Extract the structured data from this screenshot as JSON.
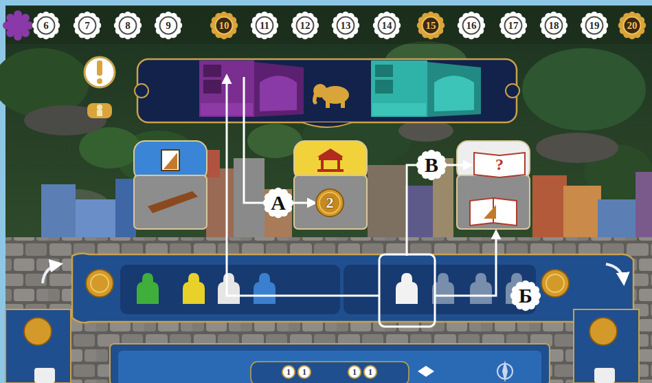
{
  "diagram": {
    "nodes": [
      {
        "text": [
          "6"
        ]
      },
      {
        "text": [
          "7"
        ]
      },
      {
        "text": [
          "8"
        ]
      },
      {
        "text": [
          "9"
        ]
      },
      {
        "text": [
          "10"
        ]
      },
      {
        "text": [
          "11"
        ]
      },
      {
        "text": [
          "12"
        ]
      },
      {
        "text": [
          "13"
        ]
      },
      {
        "text": [
          "14"
        ]
      },
      {
        "text": [
          "15"
        ]
      },
      {
        "text": [
          "16"
        ]
      },
      {
        "text": [
          "17"
        ]
      },
      {
        "text": [
          "18"
        ]
      },
      {
        "text": [
          "19"
        ]
      },
      {
        "text": [
          "20"
        ]
      },
      {
        "text": [
          "В"
        ]
      },
      {
        "text": [
          "А"
        ]
      },
      {
        "text": [
          "2"
        ]
      },
      {
        "text": [
          "Б"
        ]
      },
      {
        "text": [
          "1"
        ]
      },
      {
        "text": [
          "1"
        ]
      },
      {
        "text": [
          "1"
        ]
      },
      {
        "text": [
          "1"
        ]
      }
    ],
    "edges": [
      {
        "from": 16,
        "to": 17,
        "arrow": "to"
      }
    ],
    "labels": [
      "?"
    ]
  }
}
